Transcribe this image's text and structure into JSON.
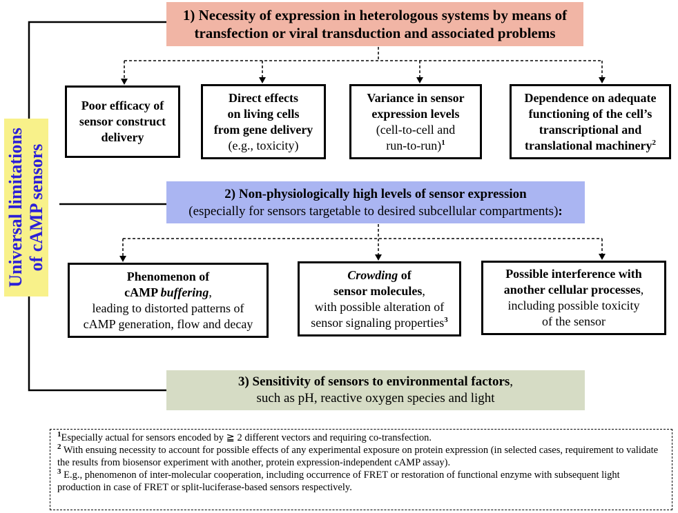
{
  "sidebar": {
    "line1": "Universal limitations",
    "line2": "of cAMP sensors"
  },
  "sections": [
    {
      "title": "1) Necessity of expression in heterologous systems by means of",
      "title2": "transfection or viral transduction and associated problems"
    },
    {
      "title": "2) Non-physiologically high levels of sensor expression",
      "subtitle": "(especially for sensors targetable to desired subcellular compartments)",
      "colon": ":"
    },
    {
      "title": "3) Sensitivity of sensors to environmental factors",
      "title_tail": ",",
      "subtitle": "such as pH, reactive oxygen species and light"
    }
  ],
  "problems": [
    {
      "l1": "Poor efficacy of",
      "l2": "sensor construct",
      "l3": "delivery"
    },
    {
      "l1": "Direct effects",
      "l2": "on living cells",
      "l3": "from gene delivery",
      "l4": "(e.g., toxicity)"
    },
    {
      "l1": "Variance in sensor",
      "l2": "expression levels",
      "l3": "(cell-to-cell and",
      "l4": "run-to-run)",
      "sup": "1"
    },
    {
      "l1": "Dependence on adequate",
      "l2": "functioning of the cell’s",
      "l3": "transcriptional and",
      "l4": "translational machinery",
      "sup": "2"
    }
  ],
  "consequences": [
    {
      "l1": "Phenomenon of",
      "l2a": "cAMP ",
      "l2b": "buffering",
      "l2c": ",",
      "l3": "leading to distorted patterns of",
      "l4": "cAMP generation, flow and decay"
    },
    {
      "l1a": "Crowding",
      "l1b": " of",
      "l2": "sensor molecules",
      "l2c": ",",
      "l3": "with possible alteration of",
      "l4": "sensor signaling properties",
      "sup": "3"
    },
    {
      "l1": "Possible interference with",
      "l2": "another cellular processes",
      "l2c": ",",
      "l3": "including possible toxicity",
      "l4": "of the sensor"
    }
  ],
  "footnotes": [
    {
      "mark": "1",
      "text": "Especially actual for sensors encoded by ≧ 2 different vectors and requiring co-transfection."
    },
    {
      "mark": "2",
      "text": " With ensuing necessity to account for possible effects of any experimental exposure on protein expression (in selected cases, requirement to validate the results from biosensor experiment with another, protein expression-independent cAMP assay)."
    },
    {
      "mark": "3",
      "text": " E.g., phenomenon of inter-molecular cooperation, including occurrence of FRET or restoration of functional enzyme with subsequent light production in case of FRET or split-luciferase-based sensors respectively."
    }
  ],
  "colors": {
    "section1": "#f1b5a5",
    "section2": "#aab5f2",
    "section3": "#d6dcc5",
    "sidebar_bg": "#f8f18a",
    "sidebar_text": "#2b1fd8"
  }
}
